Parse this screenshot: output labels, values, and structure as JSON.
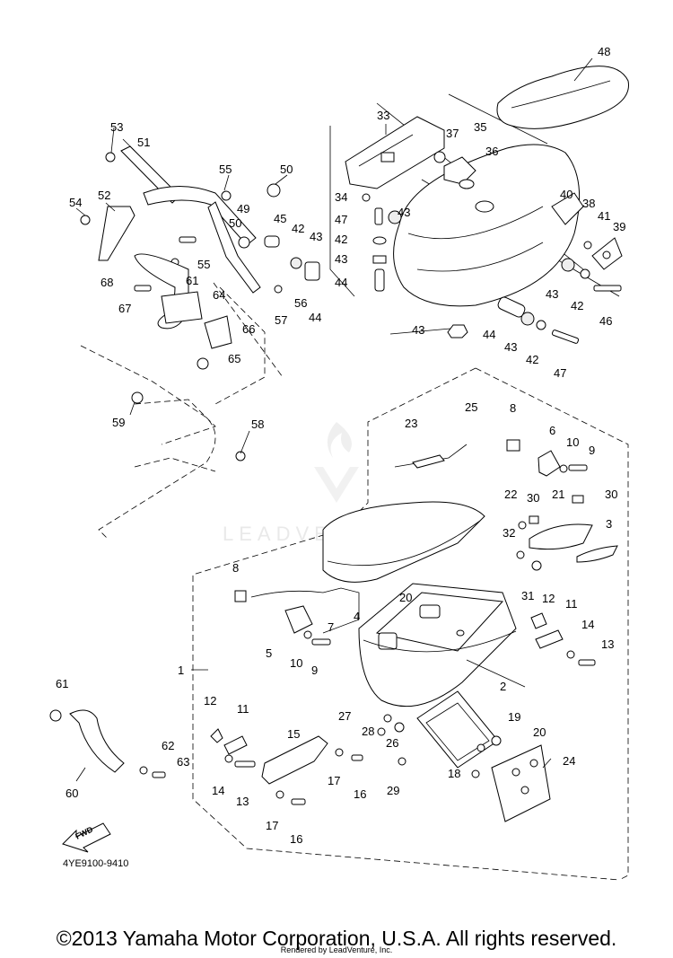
{
  "diagram": {
    "labels": [
      "48",
      "33",
      "37",
      "35",
      "36",
      "40",
      "38",
      "41",
      "39",
      "34",
      "47",
      "43",
      "42",
      "43",
      "44",
      "43",
      "42",
      "46",
      "43",
      "44",
      "43",
      "42",
      "47",
      "53",
      "51",
      "55",
      "50",
      "54",
      "52",
      "49",
      "50",
      "45",
      "42",
      "43",
      "55",
      "61",
      "56",
      "57",
      "44",
      "68",
      "64",
      "67",
      "66",
      "65",
      "59",
      "58",
      "23",
      "25",
      "8",
      "6",
      "10",
      "9",
      "22",
      "30",
      "21",
      "30",
      "32",
      "3",
      "31",
      "8",
      "7",
      "4",
      "20",
      "12",
      "11",
      "14",
      "13",
      "5",
      "10",
      "9",
      "2",
      "1",
      "27",
      "28",
      "26",
      "19",
      "20",
      "24",
      "18",
      "29",
      "12",
      "11",
      "15",
      "17",
      "16",
      "14",
      "13",
      "17",
      "16",
      "61",
      "62",
      "63",
      "60"
    ],
    "part_code": "4YE9100-9410",
    "fwd_label": "FWD",
    "watermark": "LEADVENTURE"
  },
  "footer": {
    "copyright": "©2013 Yamaha Motor Corporation, U.S.A. All rights reserved.",
    "rendered_by": "Rendered by LeadVenture, Inc."
  }
}
